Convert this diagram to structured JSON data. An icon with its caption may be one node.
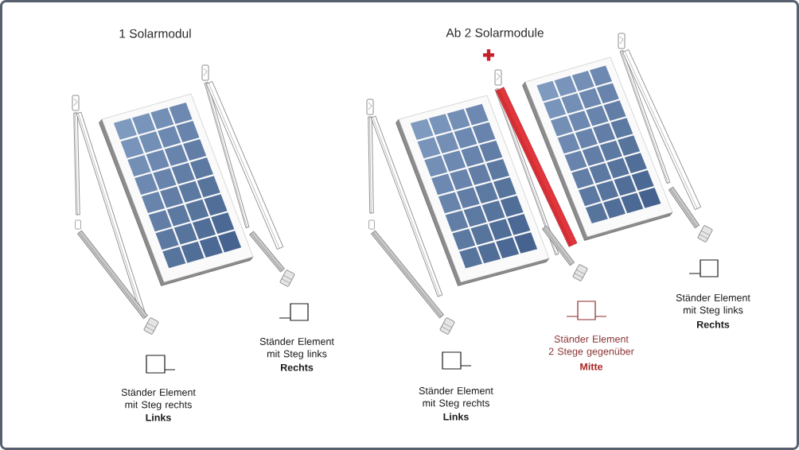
{
  "diagram": {
    "labels": [
      "1 Solarmodul",
      "Ab 2 Solarmodule",
      "Ständer Element mit Steg links",
      "Rechts",
      "Ständer Element mit Steg rechts",
      "Links",
      "Ständer Element 2 Stege gegenüber",
      "Mitte",
      "Ständer Element mit Steg links",
      "Rechts",
      "Ständer Element mit Steg rechts",
      "Links"
    ]
  }
}
